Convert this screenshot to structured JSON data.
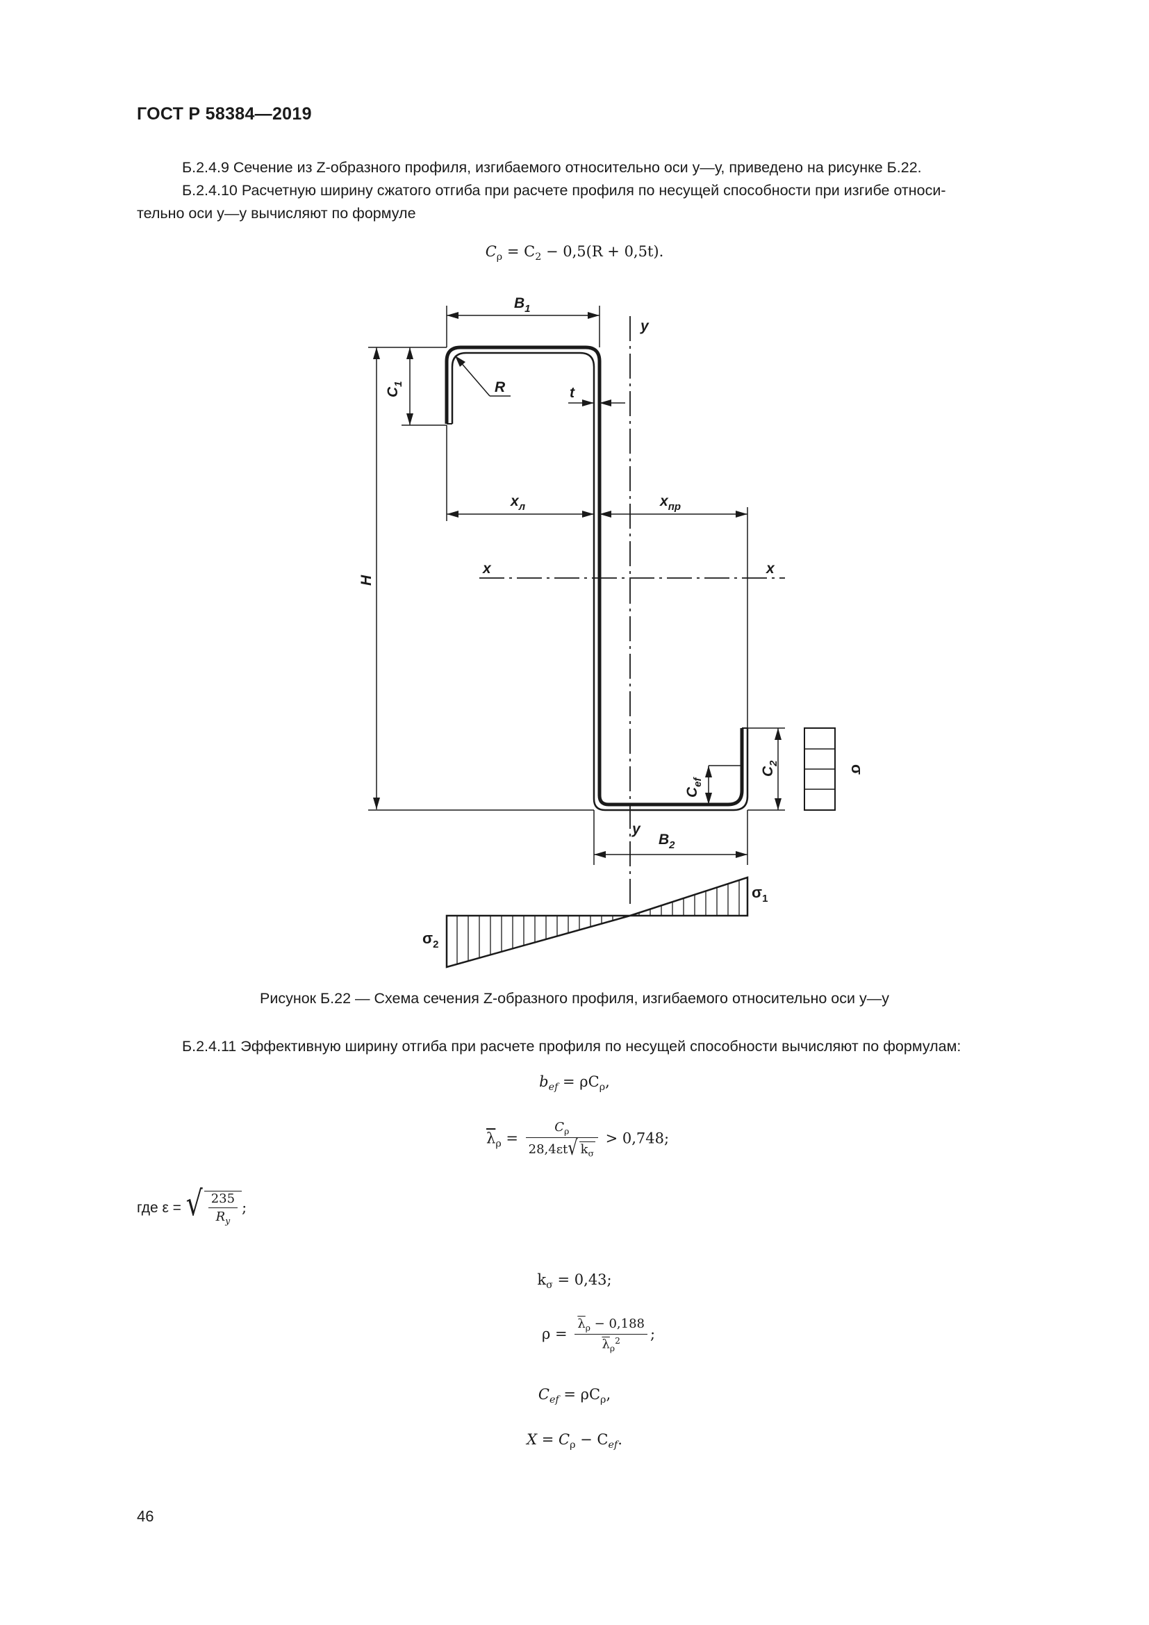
{
  "header": {
    "doc_code": "ГОСТ Р 58384—2019"
  },
  "paragraphs": {
    "p1": "Б.2.4.9 Сечение из Z-образного профиля, изгибаемого относительно оси у—у, приведено на рисунке Б.22.",
    "p2_line1": "Б.2.4.10 Расчетную ширину сжатого отгиба при расчете профиля по несущей способности при изгибе относи-",
    "p2_line2": "тельно оси у—у вычисляют по формуле",
    "p3": "Б.2.4.11 Эффективную ширину отгиба при расчете профиля по несущей способности вычисляют по формулам:"
  },
  "formulas": {
    "main_lhs": "C",
    "main_lhs_sub": "ρ",
    "main_rhs_a": "= C",
    "main_rhs_a_sub": "2",
    "main_rhs_b": " − 0,5(R + 0,5t).",
    "bef_lhs": "b",
    "bef_lhs_sub": "ef",
    "bef_rhs": " = ρC",
    "bef_rhs_sub": "ρ",
    "bef_tail": ",",
    "lam_sym": "λ",
    "lam_sub": "ρ",
    "lam_num": "C",
    "lam_num_sub": "ρ",
    "lam_den": "28,4εt",
    "lam_den_root": "k",
    "lam_den_root_sub": "σ",
    "lam_tail": " > 0,748;",
    "eps_prefix": "где  ε =",
    "eps_num": "235",
    "eps_den": "R",
    "eps_den_sub": "y",
    "eps_tail": ";",
    "ksig": "k",
    "ksig_sub": "σ",
    "ksig_rhs": " = 0,43;",
    "rho_lhs": "ρ =",
    "rho_num_sym": "λ",
    "rho_num_sub": "ρ",
    "rho_num_rest": " − 0,188",
    "rho_den_sym": "λ",
    "rho_den_sub": "ρ",
    "rho_den_sup": "2",
    "rho_tail": ";",
    "cef_lhs": "C",
    "cef_lhs_sub": "ef",
    "cef_rhs": " = ρC",
    "cef_rhs_sub": "ρ",
    "cef_tail": ",",
    "x_lhs": "X = C",
    "x_lhs_sub": "ρ",
    "x_mid": " − C",
    "x_mid_sub": "ef",
    "x_tail": "."
  },
  "figure": {
    "labels": {
      "B1": "B",
      "B1_sub": "1",
      "y_top": "y",
      "C1": "C",
      "C1_sub": "1",
      "R": "R",
      "t": "t",
      "x_left": "x",
      "x_left_sub": "л",
      "x_right": "x",
      "x_right_sub": "пр",
      "x_axis_left": "x",
      "x_axis_right": "x",
      "H": "H",
      "C2": "C",
      "C2_sub": "2",
      "Cef": "C",
      "Cef_sub": "ef",
      "sigma": "σ",
      "y_bottom": "y",
      "B2": "B",
      "B2_sub": "2",
      "sigma1": "σ",
      "sigma1_sub": "1",
      "sigma2": "σ",
      "sigma2_sub": "2"
    },
    "caption": "Рисунок Б.22 — Схема сечения Z-образного профиля, изгибаемого относительно оси у—у"
  },
  "footer": {
    "page_number": "46"
  }
}
